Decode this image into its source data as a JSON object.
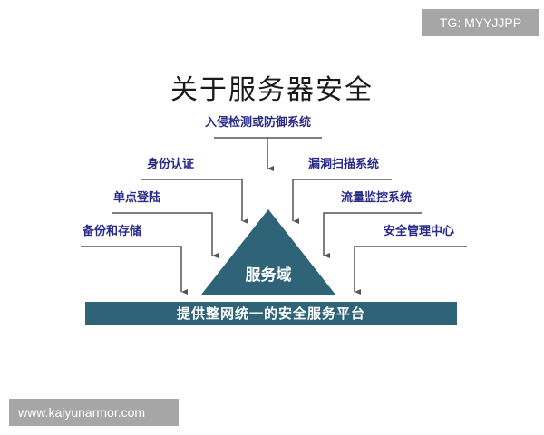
{
  "watermarks": {
    "top_right": "TG: MYYJJPP",
    "bottom_left": "www.kaiyunarmor.com"
  },
  "diagram": {
    "title": "关于服务器安全",
    "center": "服务域",
    "base": "提供整网统一的安全服务平台",
    "inputs": {
      "top": "入侵检测或防御系统",
      "left_1": "身份认证",
      "left_2": "单点登陆",
      "left_3": "备份和存储",
      "right_1": "漏洞扫描系统",
      "right_2": "流量监控系统",
      "right_3": "安全管理中心"
    },
    "colors": {
      "primary": "#2f6478",
      "label": "#2a2a8a",
      "arrow": "#555555",
      "watermark_bg": "#a6a6a6"
    }
  }
}
